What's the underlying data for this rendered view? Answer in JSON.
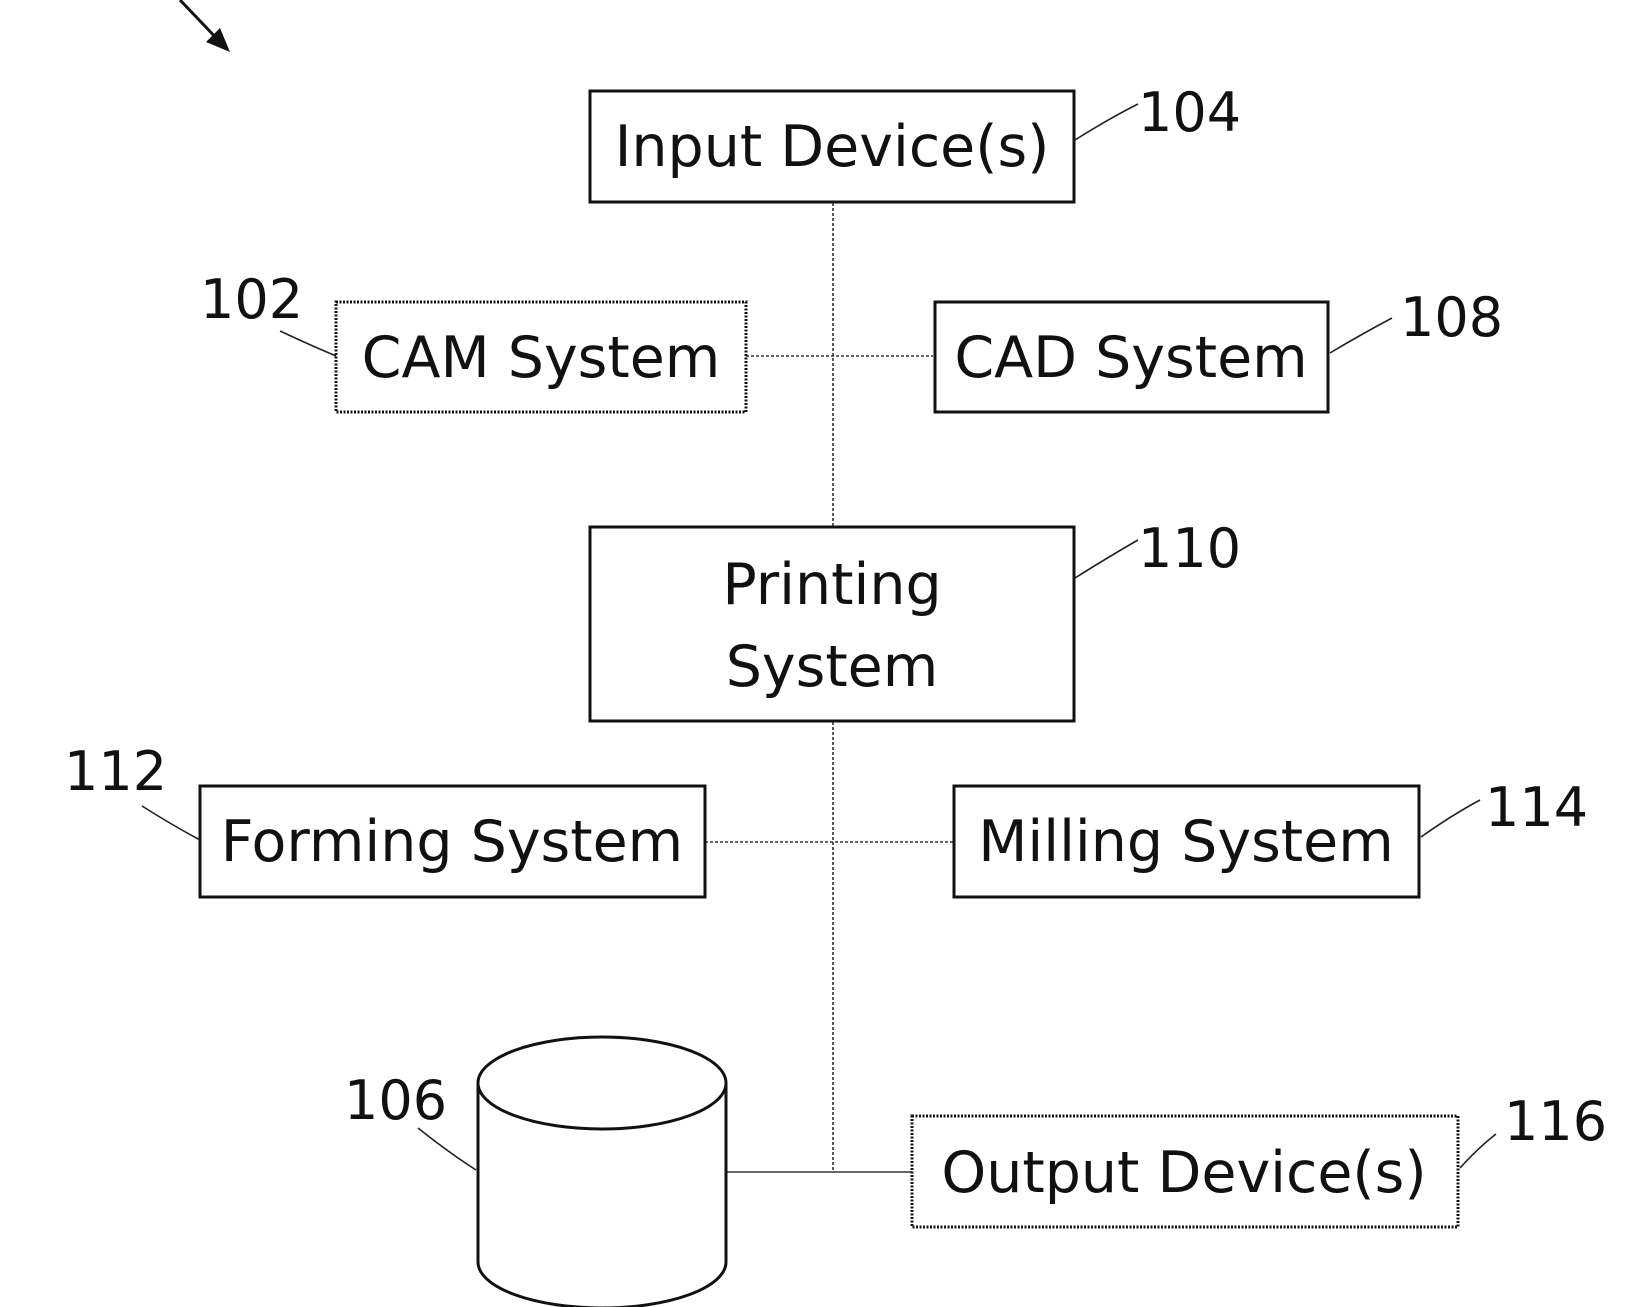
{
  "nodes": {
    "input_devices": {
      "label": "Input Device(s)",
      "ref": "104"
    },
    "cam_system": {
      "label": "CAM System",
      "ref": "102"
    },
    "cad_system": {
      "label": "CAD System",
      "ref": "108"
    },
    "printing_system": {
      "label_line1": "Printing",
      "label_line2": "System",
      "ref": "110"
    },
    "forming_system": {
      "label": "Forming System",
      "ref": "112"
    },
    "milling_system": {
      "label": "Milling System",
      "ref": "114"
    },
    "database": {
      "ref": "106"
    },
    "output_devices": {
      "label": "Output Device(s)",
      "ref": "116"
    }
  }
}
